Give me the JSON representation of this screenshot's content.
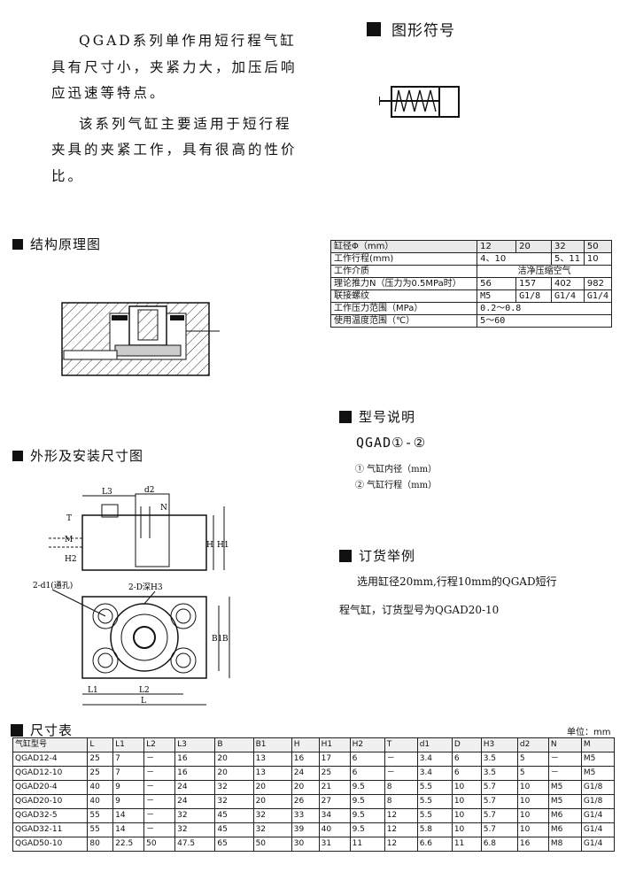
{
  "intro": {
    "p1": "QGAD系列单作用短行程气缸具有尺寸小，夹紧力大，加压后响应迅速等特点。",
    "p2": "该系列气缸主要适用于短行程夹具的夹紧工作，具有很高的性价比。"
  },
  "headings": {
    "symbol": "图形符号",
    "structure": "结构原理图",
    "outline": "外形及安装尺寸图",
    "model": "型号说明",
    "order": "订货举例",
    "dimensions": "尺寸表"
  },
  "spec_table": {
    "rows": [
      [
        "缸径Φ（mm）",
        "12",
        "20",
        "32",
        "50"
      ],
      [
        "工作行程(mm)",
        "4、10",
        "5、11",
        "10"
      ],
      [
        "工作介质",
        "洁净压缩空气"
      ],
      [
        "理论推力N（压力为0.5MPa时）",
        "56",
        "157",
        "402",
        "982"
      ],
      [
        "联接螺纹",
        "M5",
        "G1/8",
        "G1/4",
        "G1/4"
      ],
      [
        "工作压力范围（MPa）",
        "0.2～0.8"
      ],
      [
        "使用温度范围（℃）",
        "5～60"
      ]
    ]
  },
  "model": {
    "code": "QGAD①-②",
    "notes": [
      "① 气缸内径（mm）",
      "② 气缸行程（mm）"
    ]
  },
  "order": {
    "line1": "选用缸径20mm,行程10mm的QGAD短行",
    "line2": "程气缸，订货型号为QGAD20-10"
  },
  "drawing_labels": {
    "L3": "L3",
    "d2": "d2",
    "N": "N",
    "T": "T",
    "M": "M",
    "H2": "H2",
    "H": "H",
    "H1": "H1",
    "d1_note": "2-d1(通孔)",
    "D_note": "2-D深H3",
    "B1": "B1",
    "B": "B",
    "L1": "L1",
    "L2": "L2",
    "L": "L"
  },
  "dimension_table": {
    "unit": "单位：mm",
    "headers": [
      "气缸型号",
      "L",
      "L1",
      "L2",
      "L3",
      "B",
      "B1",
      "H",
      "H1",
      "H2",
      "T",
      "d1",
      "D",
      "H3",
      "d2",
      "N",
      "M"
    ],
    "rows": [
      [
        "QGAD12-4",
        "25",
        "7",
        "－",
        "16",
        "20",
        "13",
        "16",
        "17",
        "6",
        "－",
        "3.4",
        "6",
        "3.5",
        "5",
        "－",
        "M5"
      ],
      [
        "QGAD12-10",
        "25",
        "7",
        "－",
        "16",
        "20",
        "13",
        "24",
        "25",
        "6",
        "－",
        "3.4",
        "6",
        "3.5",
        "5",
        "－",
        "M5"
      ],
      [
        "QGAD20-4",
        "40",
        "9",
        "－",
        "24",
        "32",
        "20",
        "20",
        "21",
        "9.5",
        "8",
        "5.5",
        "10",
        "5.7",
        "10",
        "M5",
        "G1/8"
      ],
      [
        "QGAD20-10",
        "40",
        "9",
        "－",
        "24",
        "32",
        "20",
        "26",
        "27",
        "9.5",
        "8",
        "5.5",
        "10",
        "5.7",
        "10",
        "M5",
        "G1/8"
      ],
      [
        "QGAD32-5",
        "55",
        "14",
        "－",
        "32",
        "45",
        "32",
        "33",
        "34",
        "9.5",
        "12",
        "5.5",
        "10",
        "5.7",
        "10",
        "M6",
        "G1/4"
      ],
      [
        "QGAD32-11",
        "55",
        "14",
        "－",
        "32",
        "45",
        "32",
        "39",
        "40",
        "9.5",
        "12",
        "5.8",
        "10",
        "5.7",
        "10",
        "M6",
        "G1/4"
      ],
      [
        "QGAD50-10",
        "80",
        "22.5",
        "50",
        "47.5",
        "65",
        "50",
        "30",
        "31",
        "11",
        "12",
        "6.6",
        "11",
        "6.8",
        "16",
        "M8",
        "G1/4"
      ]
    ]
  }
}
